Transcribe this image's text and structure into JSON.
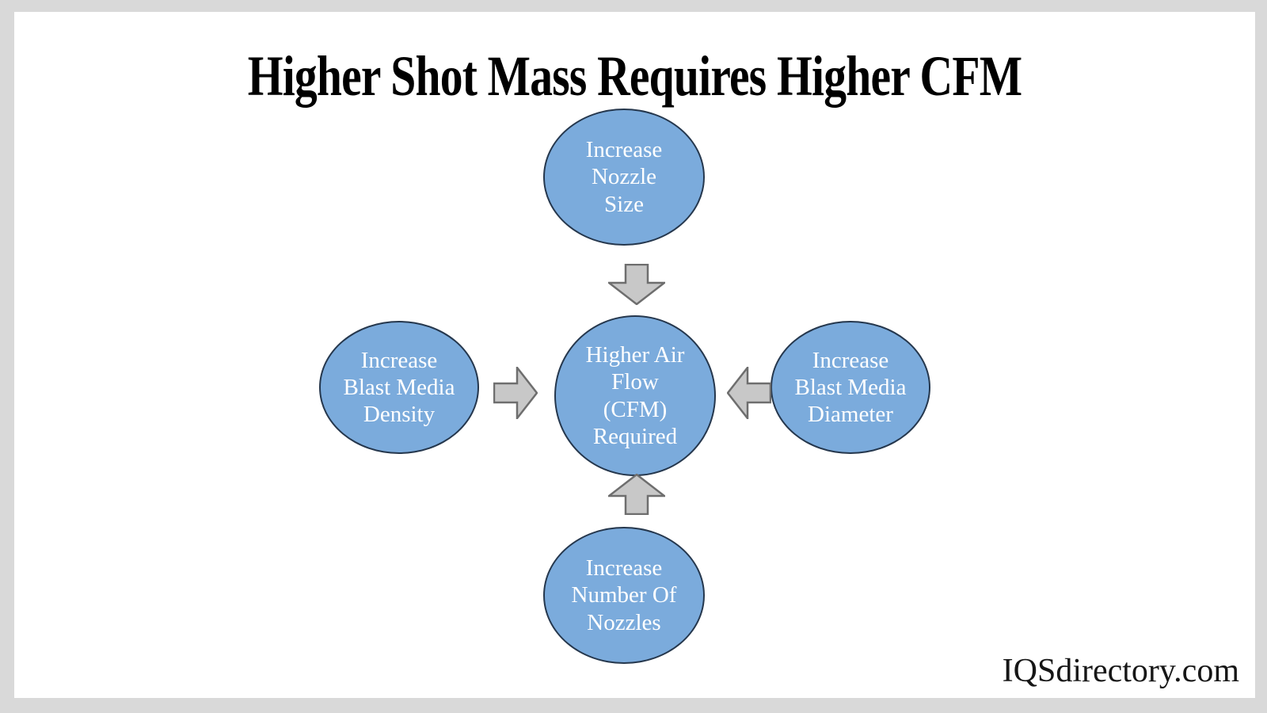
{
  "page": {
    "title": "Higher Shot Mass Requires Higher CFM",
    "watermark": "IQSdirectory.com",
    "background_color": "#d9d9d9",
    "canvas_color": "#ffffff"
  },
  "colors": {
    "node_fill": "#7BABDC",
    "node_stroke": "#25374d",
    "node_text": "#ffffff",
    "arrow_fill": "#c8c8c8",
    "arrow_stroke": "#6e6e6e",
    "title_text": "#000000"
  },
  "diagram": {
    "type": "hub-and-spoke",
    "center": {
      "id": "higher-air-flow",
      "label": "Higher Air\nFlow\n(CFM)\nRequired",
      "lines": [
        "Higher Air",
        "Flow",
        "(CFM)",
        "Required"
      ]
    },
    "nodes": [
      {
        "id": "increase-nozzle-size",
        "position": "top",
        "label": "Increase\nNozzle\nSize",
        "lines": [
          "Increase",
          "Nozzle",
          "Size"
        ],
        "arrow": "down"
      },
      {
        "id": "increase-blast-media-density",
        "position": "left",
        "label": "Increase\nBlast Media\nDensity",
        "lines": [
          "Increase",
          "Blast Media",
          "Density"
        ],
        "arrow": "right"
      },
      {
        "id": "increase-blast-media-diameter",
        "position": "right",
        "label": "Increase\nBlast Media\nDiameter",
        "lines": [
          "Increase",
          "Blast Media",
          "Diameter"
        ],
        "arrow": "left"
      },
      {
        "id": "increase-number-of-nozzles",
        "position": "bottom",
        "label": "Increase\nNumber Of\nNozzles",
        "lines": [
          "Increase",
          "Number Of",
          "Nozzles"
        ],
        "arrow": "up"
      }
    ],
    "arrows": [
      {
        "id": "arrow-top-to-center",
        "direction": "down",
        "from": "increase-nozzle-size",
        "to": "higher-air-flow"
      },
      {
        "id": "arrow-left-to-center",
        "direction": "right",
        "from": "increase-blast-media-density",
        "to": "higher-air-flow"
      },
      {
        "id": "arrow-right-to-center",
        "direction": "left",
        "from": "increase-blast-media-diameter",
        "to": "higher-air-flow"
      },
      {
        "id": "arrow-bottom-to-center",
        "direction": "up",
        "from": "increase-number-of-nozzles",
        "to": "higher-air-flow"
      }
    ]
  }
}
